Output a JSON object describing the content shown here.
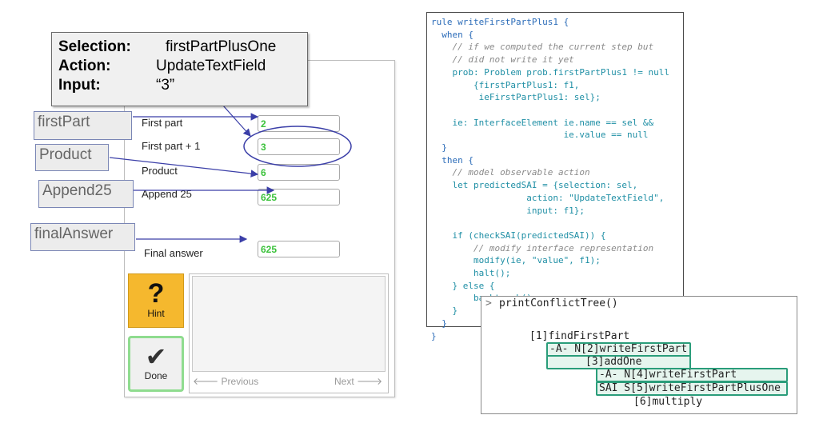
{
  "sai": {
    "selection_key": "Selection:",
    "selection_val": "firstPartPlusOne",
    "action_key": "Action:",
    "action_val": "UpdateTextField",
    "input_key": "Input:",
    "input_val": "“3”"
  },
  "annotations": {
    "firstPart": "firstPart",
    "product": "Product",
    "append25": "Append25",
    "finalAnswer": "finalAnswer"
  },
  "tutor": {
    "rows": [
      {
        "label": "First part",
        "value": "2"
      },
      {
        "label": "First part + 1",
        "value": "3"
      },
      {
        "label": "Product",
        "value": "6"
      },
      {
        "label": "Append 25",
        "value": "625"
      },
      {
        "label": "Final answer",
        "value": "625"
      }
    ],
    "hint_label": "Hint",
    "hint_glyph": "?",
    "done_label": "Done",
    "done_glyph": "✔",
    "previous_label": "Previous",
    "next_label": "Next",
    "previous_arrow": "🡐",
    "next_arrow": "🡒",
    "colors": {
      "hint": "#f5b82e",
      "correct": "#3bc23b",
      "done_border": "#8fdc8f",
      "ellipse": "#3b3fa8"
    }
  },
  "code": {
    "lines": [
      "rule writeFirstPartPlus1 {",
      "  when {",
      "    // if we computed the current step but",
      "    // did not write it yet",
      "    prob: Problem prob.firstPartPlus1 != null",
      "        {firstPartPlus1: f1,",
      "         ieFirstPartPlus1: sel};",
      "",
      "    ie: InterfaceElement ie.name == sel &&",
      "                         ie.value == null",
      "  }",
      "  then {",
      "    // model observable action",
      "    let predictedSAI = {selection: sel,",
      "                  action: \"UpdateTextField\",",
      "                  input: f1};",
      "",
      "    if (checkSAI(predictedSAI)) {",
      "        // modify interface representation",
      "        modify(ie, \"value\", f1);",
      "        halt();",
      "    } else {",
      "        backtrack();",
      "    }",
      "  }",
      "}"
    ]
  },
  "tree": {
    "prompt_glyph": ">",
    "command": "printConflictTree()",
    "nodes": [
      {
        "prefix": "",
        "num": "[1]",
        "name": "findFirstPart"
      },
      {
        "prefix": "-A- N",
        "num": "[2]",
        "name": "writeFirstPart"
      },
      {
        "prefix": "",
        "num": "[3]",
        "name": "addOne"
      },
      {
        "prefix": "-A- N",
        "num": "[4]",
        "name": "writeFirstPart"
      },
      {
        "prefix": "SAI S",
        "num": "[5]",
        "name": "writeFirstPartPlusOne"
      },
      {
        "prefix": "",
        "num": "[6]",
        "name": "multiply"
      }
    ]
  }
}
